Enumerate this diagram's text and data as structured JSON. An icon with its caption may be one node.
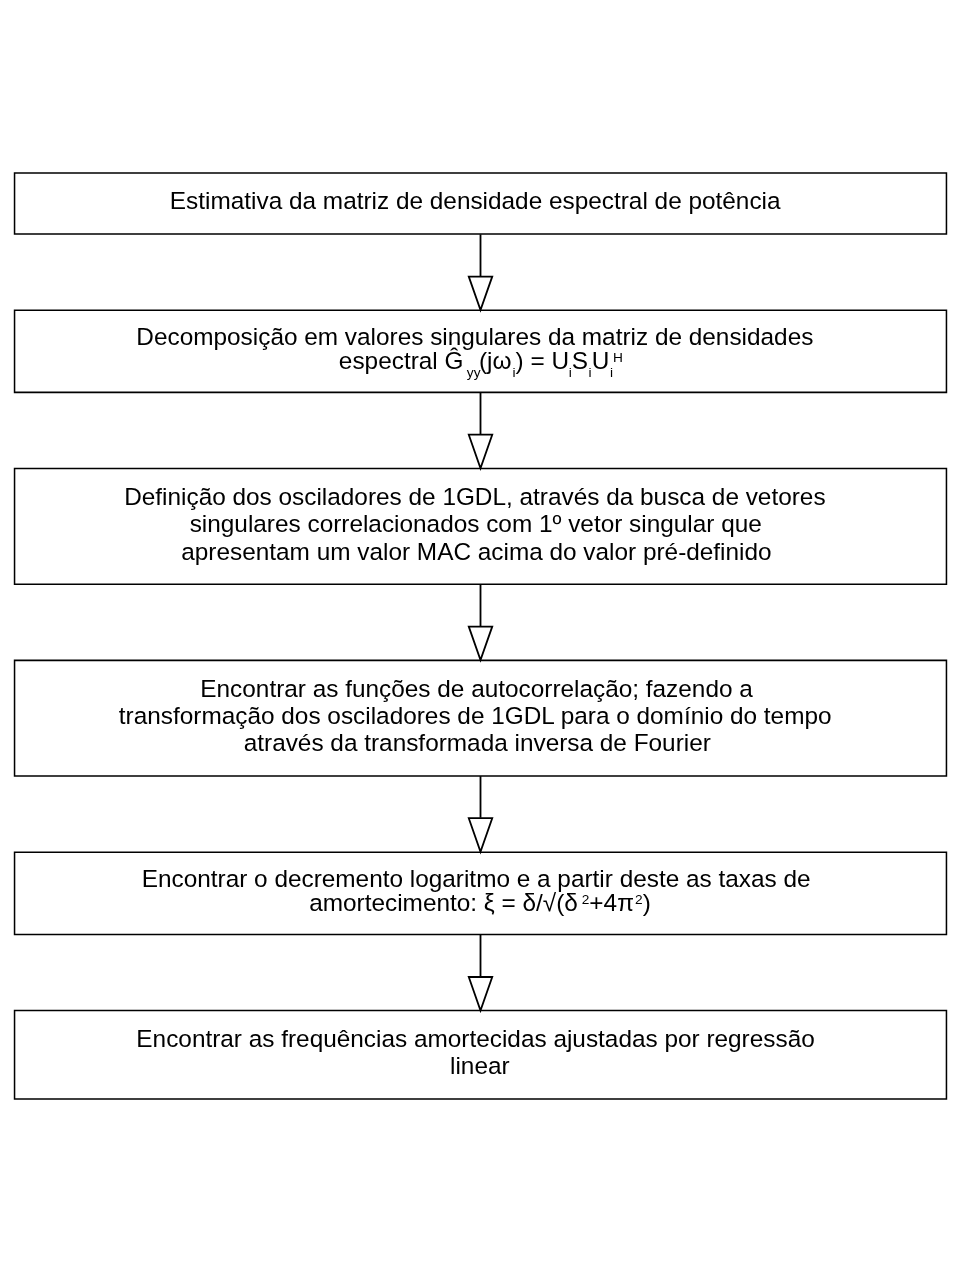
{
  "diagram": {
    "nodes": [
      {
        "text": [
          "Estimativa da matriz de densidade espectral de potência"
        ]
      },
      {
        "text": [
          "Decomposição em valores singulares da matriz de densidades espectral Ĝ$_{yy}$(jω$_{i}$) = U$_{i}$S$_{i}$U$_{i}$$^{H}$"
        ]
      },
      {
        "text": [
          "Definição dos osciladores de 1GDL, através da busca de vetores singulares correlacionados com 1º vetor singular que apresentam um valor MAC acima do valor pré-definido"
        ]
      },
      {
        "text": [
          "Encontrar as funções de autocorrelação; fazendo a transformação dos osciladores de 1GDL para o domínio do tempo através da transformada inversa de Fourier"
        ]
      },
      {
        "text": [
          "Encontrar o decremento logaritmo e a partir deste as taxas de amortecimento: ξ = δ/√(δ$^{2}$+4π$^{2}$)"
        ]
      },
      {
        "text": [
          "Encontrar as frequências amortecidas ajustadas por regressão linear"
        ]
      }
    ],
    "edges": [
      {
        "from": 0,
        "to": 1,
        "arrow": "to"
      },
      {
        "from": 1,
        "to": 2,
        "arrow": "to"
      },
      {
        "from": 2,
        "to": 3,
        "arrow": "to"
      },
      {
        "from": 3,
        "to": 4,
        "arrow": "to"
      },
      {
        "from": 4,
        "to": 5,
        "arrow": "to"
      }
    ]
  }
}
